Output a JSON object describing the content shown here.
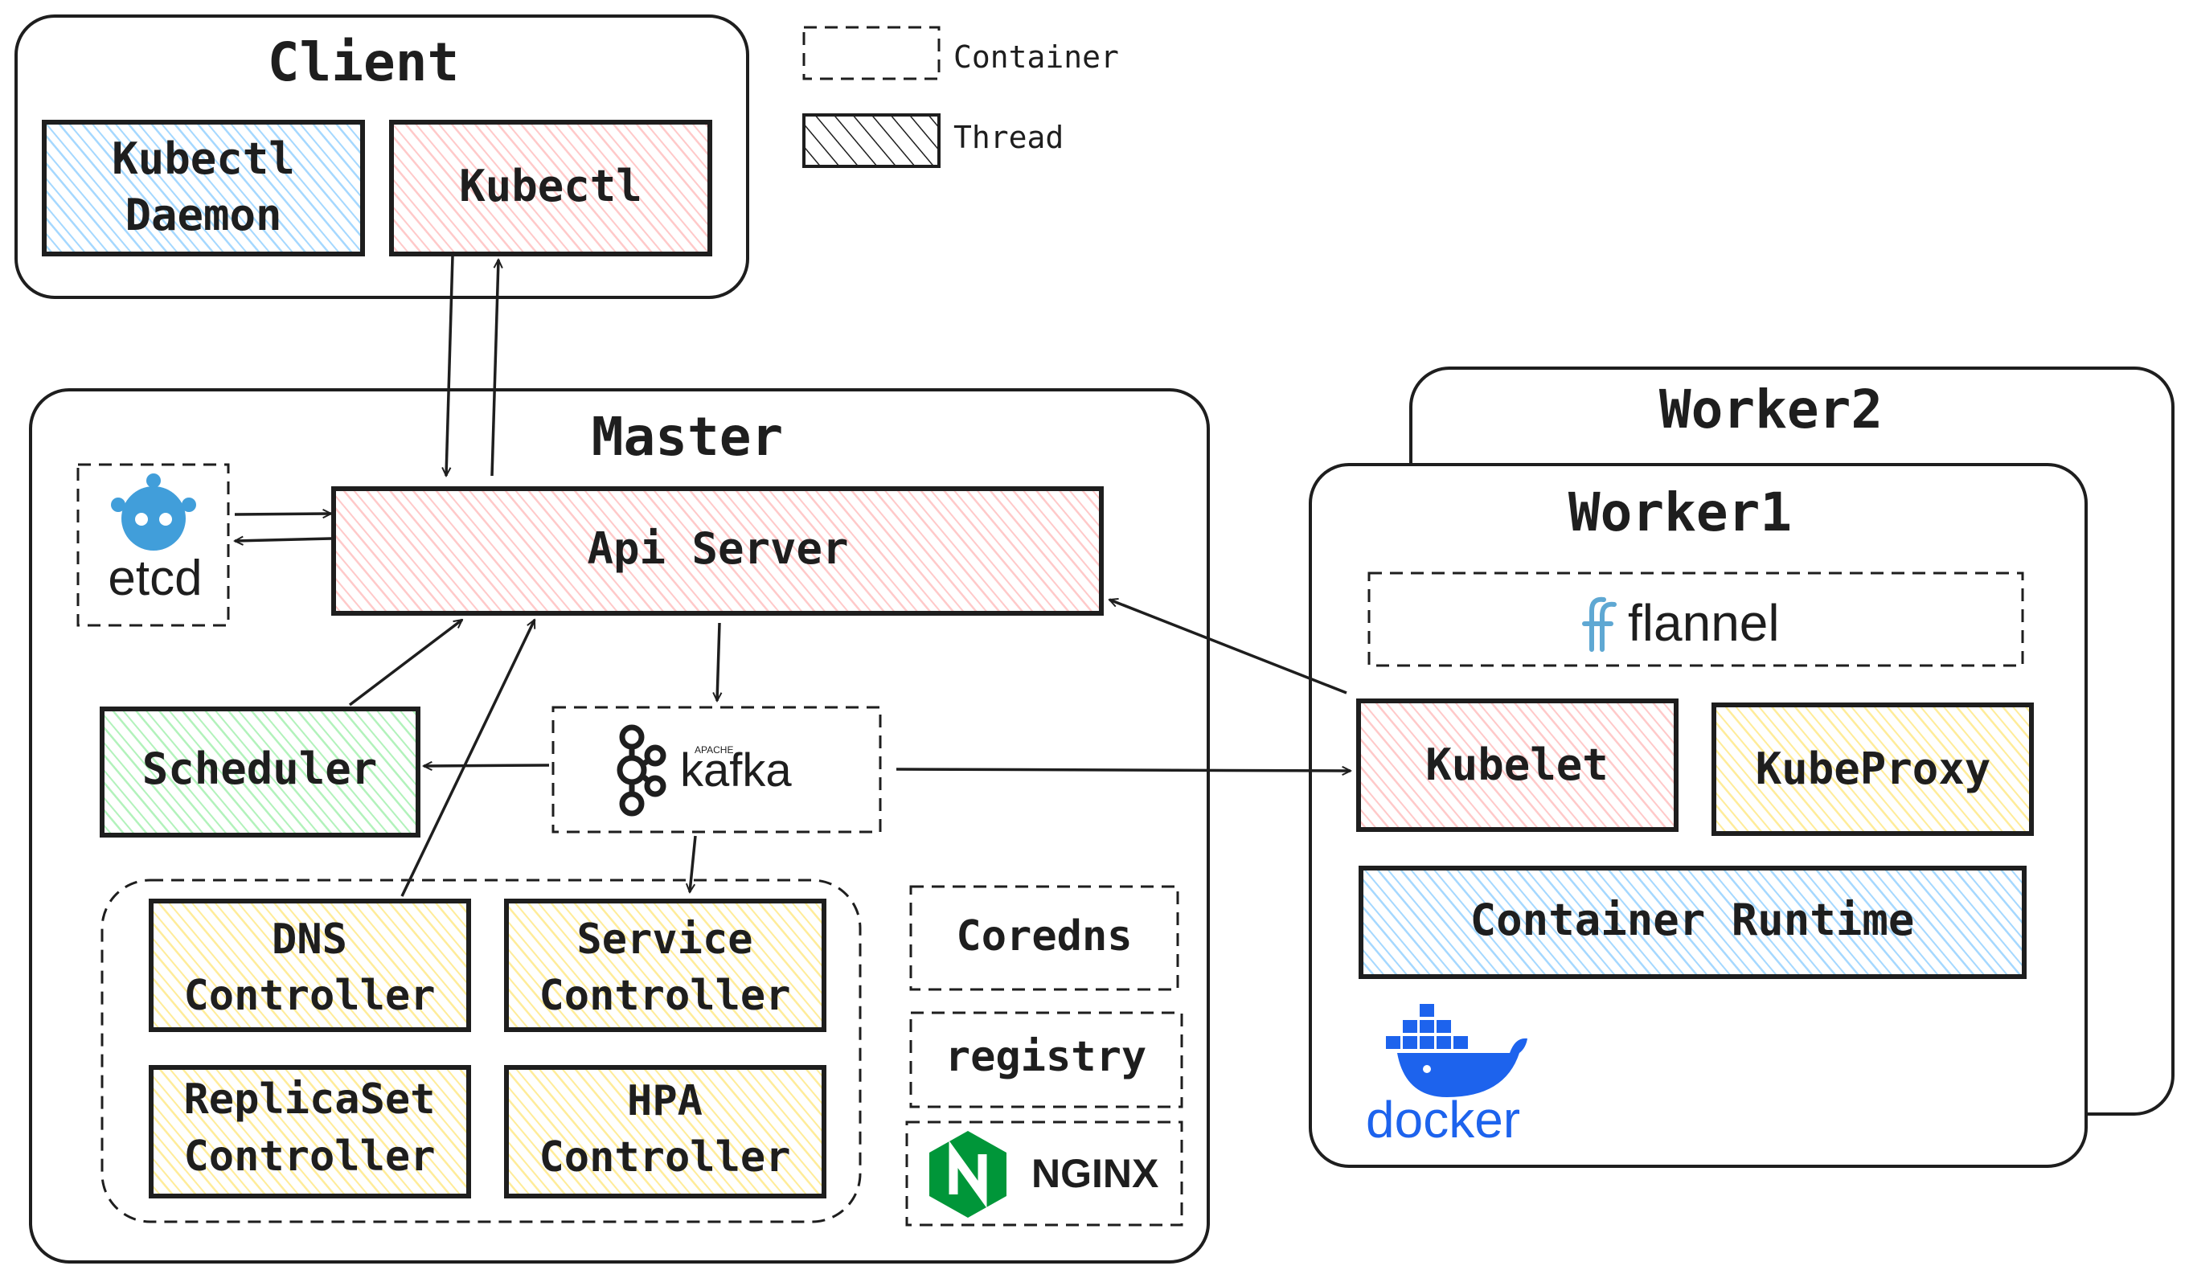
{
  "legend": {
    "container": "Container",
    "thread": "Thread"
  },
  "client": {
    "title": "Client",
    "kubectl_daemon_line1": "Kubectl",
    "kubectl_daemon_line2": "Daemon",
    "kubectl": "Kubectl"
  },
  "master": {
    "title": "Master",
    "etcd": "etcd",
    "api_server": "Api Server",
    "scheduler": "Scheduler",
    "kafka_apache": "APACHE",
    "kafka": "kafka",
    "dns_controller_line1": "DNS",
    "dns_controller_line2": "Controller",
    "service_controller_line1": "Service",
    "service_controller_line2": "Controller",
    "replicaset_controller_line1": "ReplicaSet",
    "replicaset_controller_line2": "Controller",
    "hpa_controller_line1": "HPA",
    "hpa_controller_line2": "Controller",
    "coredns": "Coredns",
    "registry": "registry",
    "nginx": "NGINX"
  },
  "worker2": {
    "title": "Worker2"
  },
  "worker1": {
    "title": "Worker1",
    "flannel": "flannel",
    "kubelet": "Kubelet",
    "kubeproxy": "KubeProxy",
    "container_runtime": "Container Runtime",
    "docker": "docker"
  },
  "colors": {
    "stroke": "#1e1e1e",
    "blue_fill": "#a5d8ff",
    "red_fill": "#ffc9c9",
    "green_fill": "#b2f2bb",
    "yellow_fill": "#ffec99",
    "etcd_blue": "#419eda",
    "flannel_blue": "#5fa8d3",
    "docker_blue": "#1d63ed",
    "nginx_green": "#009639"
  }
}
